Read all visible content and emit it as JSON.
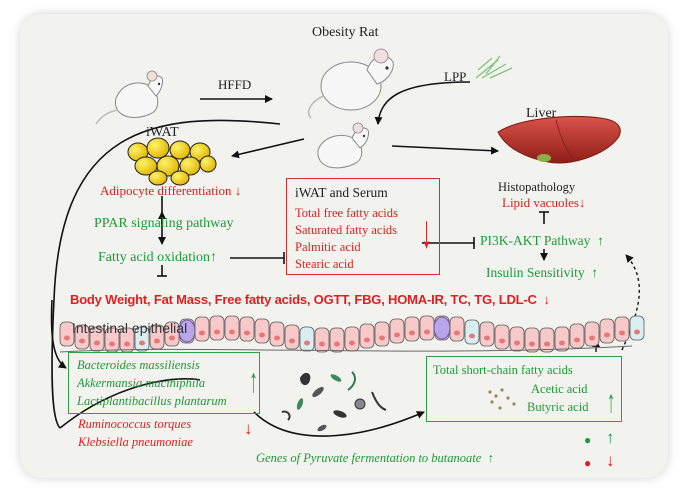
{
  "title": "Obesity Rat",
  "treatments": {
    "diet": "HFFD",
    "drug": "LPP"
  },
  "iwat": {
    "label": "iWAT",
    "adipocyte": "Adipocyte differentiation",
    "ppar": "PPAR signaling pathway",
    "fatty_acid_oxidation": "Fatty acid oxidation"
  },
  "serum_box": {
    "title": "iWAT and Serum",
    "items": [
      "Total free fatty acids",
      "Saturated fatty acids",
      "Palmitic acid",
      "Stearic acid"
    ]
  },
  "liver": {
    "label": "Liver",
    "histopathology": "Histopathology",
    "lipid_vacuoles": "Lipid vacuoles",
    "pi3k": "PI3K-AKT Pathway",
    "insulin": "Insulin Sensitivity"
  },
  "metrics": "Body Weight, Fat Mass, Free fatty acids, OGTT, FBG, HOMA-IR, TC, TG, LDL-C",
  "intestine_label": "Intestinal epithelial",
  "bacteria": {
    "up": [
      "Bacteroides massiliensis",
      "Akkermansia muciniphila",
      "Lactiplantibacillus plantarum"
    ],
    "down": [
      "Ruminococcus torques",
      "Klebsiella pneumoniae"
    ]
  },
  "scfa": {
    "title": "Total short-chain fatty acids",
    "items": [
      "Acetic acid",
      "Butyric acid"
    ]
  },
  "genes": "Genes of Pyruvate fermentation to butanoate",
  "arrows": {
    "up": "↑",
    "down": "↓",
    "legend_dot_green": "●",
    "legend_dot_red": "●"
  },
  "colors": {
    "increase": "#1f9a3a",
    "decrease": "#e02020",
    "box_green": "#2e9e4a",
    "box_red": "#d23030",
    "fat": "#f2d21b",
    "liver": "#c0392b"
  }
}
